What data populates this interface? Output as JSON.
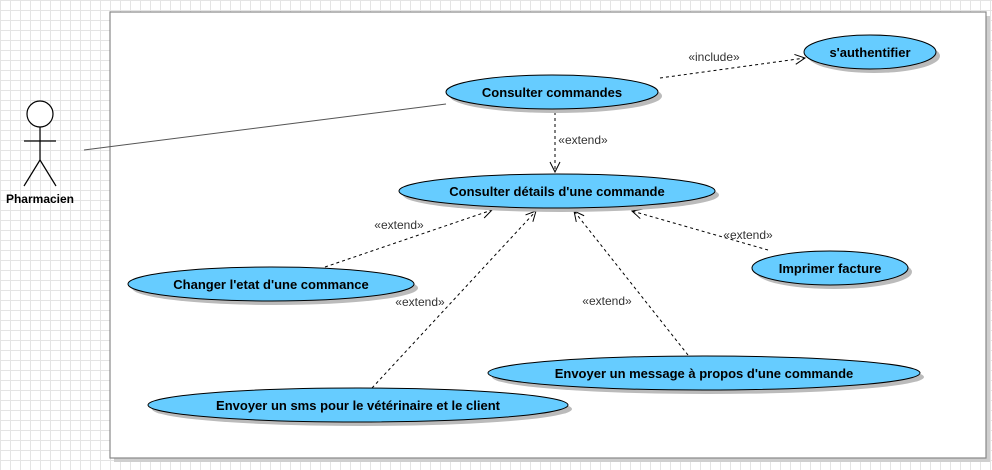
{
  "actor": {
    "name": "Pharmacien"
  },
  "use_cases": {
    "consulter_commandes": "Consulter commandes",
    "s_authentifier": "s'authentifier",
    "consulter_details": "Consulter détails d'une commande",
    "changer_etat": "Changer l'etat d'une commance",
    "imprimer_facture": "Imprimer facture",
    "envoyer_message": "Envoyer un message à propos d'une commande",
    "envoyer_sms": "Envoyer un sms pour le vétérinaire et le client"
  },
  "relations": {
    "include_label": "«include»",
    "extend_consulter": "«extend»",
    "extend_changer": "«extend»",
    "extend_imprimer": "«extend»",
    "extend_message": "«extend»",
    "extend_sms": "«extend»"
  },
  "colors": {
    "usecase_fill": "#66ccff",
    "usecase_stroke": "#000000",
    "boundary_stroke": "#888888",
    "shadow": "#bbbbbb"
  }
}
